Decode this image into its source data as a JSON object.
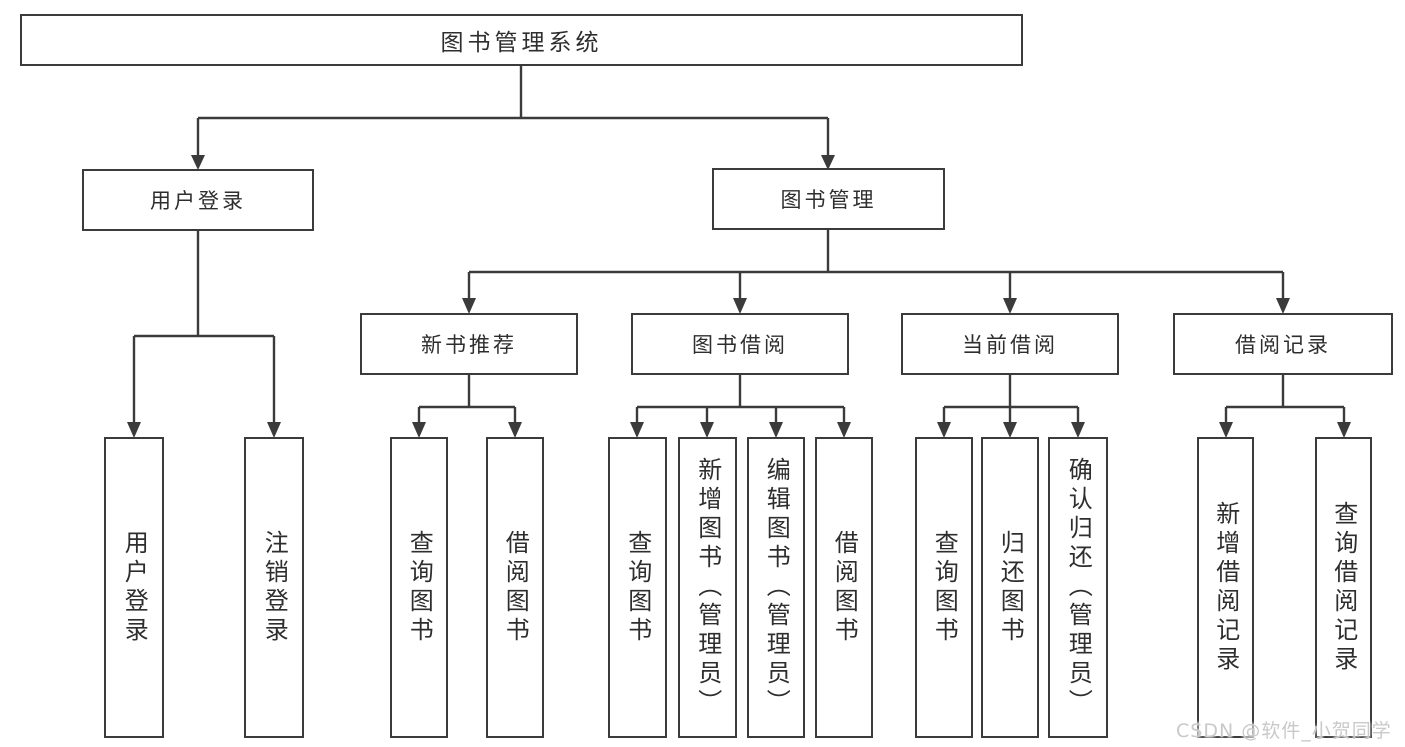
{
  "diagram": {
    "title": "图书管理系统",
    "branches": [
      {
        "label": "用户登录",
        "children": [
          {
            "label": "用户登录"
          },
          {
            "label": "注销登录"
          }
        ]
      },
      {
        "label": "图书管理",
        "children": [
          {
            "label": "新书推荐",
            "children": [
              {
                "label": "查询图书"
              },
              {
                "label": "借阅图书"
              }
            ]
          },
          {
            "label": "图书借阅",
            "children": [
              {
                "label": "查询图书"
              },
              {
                "label": "新增图书（管理员）"
              },
              {
                "label": "编辑图书（管理员）"
              },
              {
                "label": "借阅图书"
              }
            ]
          },
          {
            "label": "当前借阅",
            "children": [
              {
                "label": "查询图书"
              },
              {
                "label": "归还图书"
              },
              {
                "label": "确认归还（管理员）"
              }
            ]
          },
          {
            "label": "借阅记录",
            "children": [
              {
                "label": "新增借阅记录"
              },
              {
                "label": "查询借阅记录"
              }
            ]
          }
        ]
      }
    ]
  },
  "watermark": {
    "text": "CSDN @软件_小贺同学"
  },
  "colors": {
    "background": "#ffffff",
    "box_border": "#3b3b3b",
    "connector_line": "#3b3b3b",
    "text": "#2e2e2e",
    "watermark_text": "#c9c9c9"
  }
}
